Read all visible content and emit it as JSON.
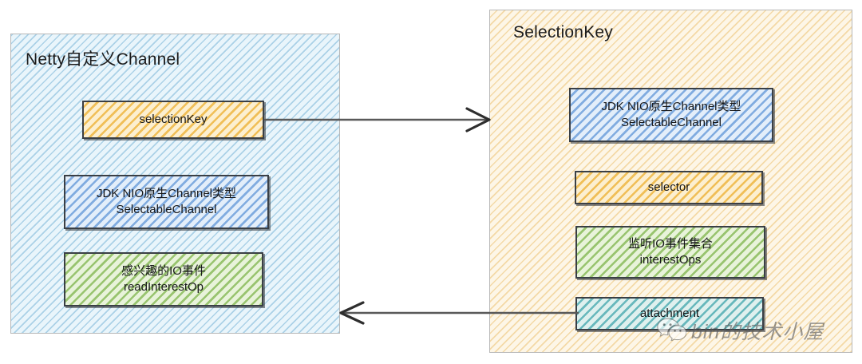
{
  "diagram": {
    "title": "Netty Channel and SelectionKey relationship diagram",
    "colors": {
      "channel_panel_fill": "#e9f5fb",
      "channel_panel_hatch": "#78b4d7",
      "selectionkey_panel_fill": "#fdf6e7",
      "selectionkey_panel_hatch": "#e9b95f",
      "yellow_box": "#ecb135",
      "blue_box": "#6096d7",
      "green_box": "#7ab246",
      "teal_box": "#3aa2a9",
      "box_border": "#3a3f45",
      "arrow": "#595959"
    },
    "panels": [
      {
        "id": "netty-channel",
        "title": "Netty自定义Channel",
        "boxes": [
          {
            "id": "selection-key",
            "label": "selectionKey",
            "fill": "yellow"
          },
          {
            "id": "selectable-channel",
            "label": "JDK NIO原生Channel类型\nSelectableChannel",
            "fill": "blue"
          },
          {
            "id": "read-interest-op",
            "label": "感兴趣的IO事件\nreadInterestOp",
            "fill": "green"
          }
        ]
      },
      {
        "id": "selection-key-panel",
        "title": "SelectionKey",
        "boxes": [
          {
            "id": "selectable-channel",
            "label": "JDK NIO原生Channel类型\nSelectableChannel",
            "fill": "blue"
          },
          {
            "id": "selector",
            "label": "selector",
            "fill": "yellow"
          },
          {
            "id": "interest-ops",
            "label": "监听IO事件集合\ninterestOps",
            "fill": "green"
          },
          {
            "id": "attachment",
            "label": "attachment",
            "fill": "teal"
          }
        ]
      }
    ],
    "arrows": [
      {
        "id": "selectionkey-to-panel",
        "direction": "right",
        "from": "selectionKey",
        "to": "SelectionKey"
      },
      {
        "id": "attachment-to-channel",
        "direction": "left",
        "from": "attachment",
        "to": "Netty自定义Channel"
      }
    ],
    "watermark": {
      "text": "bin的技术小屋",
      "icon": "wechat-icon"
    }
  }
}
